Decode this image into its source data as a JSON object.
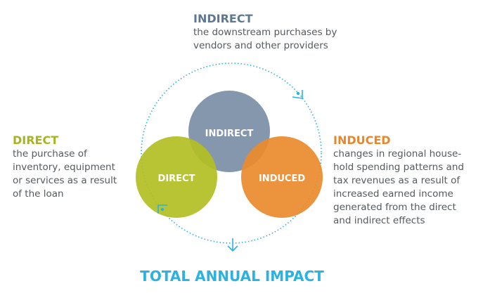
{
  "colors": {
    "indirect": "#8497ad",
    "direct": "#b3bf23",
    "induced": "#ea8b2c",
    "accent": "#2bb2e0",
    "indirect_heading": "#5f7890"
  },
  "indirect": {
    "heading": "INDIRECT",
    "lines": [
      "the downstream purchases by",
      "vendors and other providers"
    ],
    "circle_label": "INDIRECT"
  },
  "direct": {
    "heading": "DIRECT",
    "lines": [
      "the purchase of",
      "inventory, equipment",
      "or services as a result",
      "of the loan"
    ],
    "circle_label": "DIRECT"
  },
  "induced": {
    "heading": "INDUCED",
    "lines": [
      "changes in regional house-",
      "hold spending patterns and",
      "tax revenues as a result of",
      "increased earned income",
      "generated from the direct",
      "and indirect effects"
    ],
    "circle_label": "INDUCED"
  },
  "total": "TOTAL ANNUAL IMPACT"
}
